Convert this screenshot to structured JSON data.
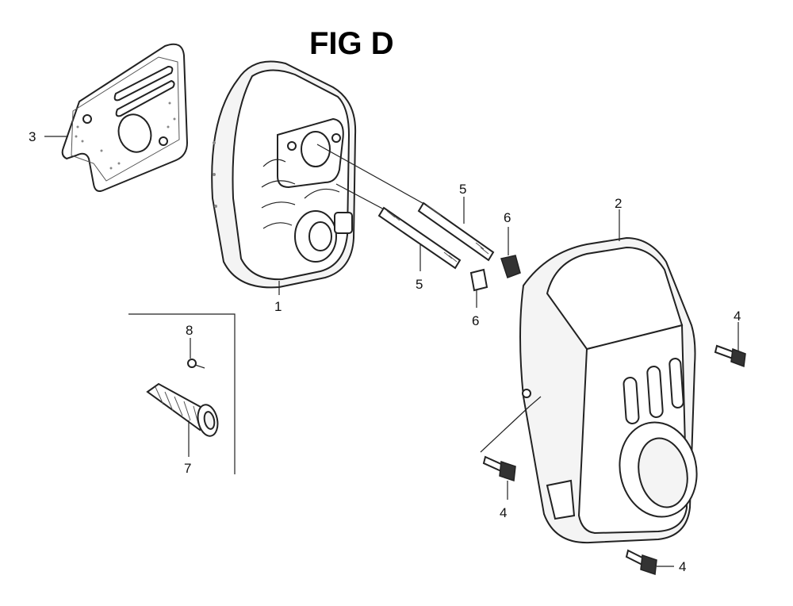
{
  "figure": {
    "title": "FIG D"
  },
  "callouts": {
    "muffler": "1",
    "muffler_protector": "2",
    "muffler_gasket_plate": "3",
    "bolt_upper_right": "4",
    "bolt_left": "4",
    "bolt_bottom_right": "4",
    "stud_upper": "5",
    "stud_lower": "5",
    "nut_upper": "6",
    "nut_lower": "6",
    "spark_arrester": "7",
    "arrester_screw": "8"
  }
}
